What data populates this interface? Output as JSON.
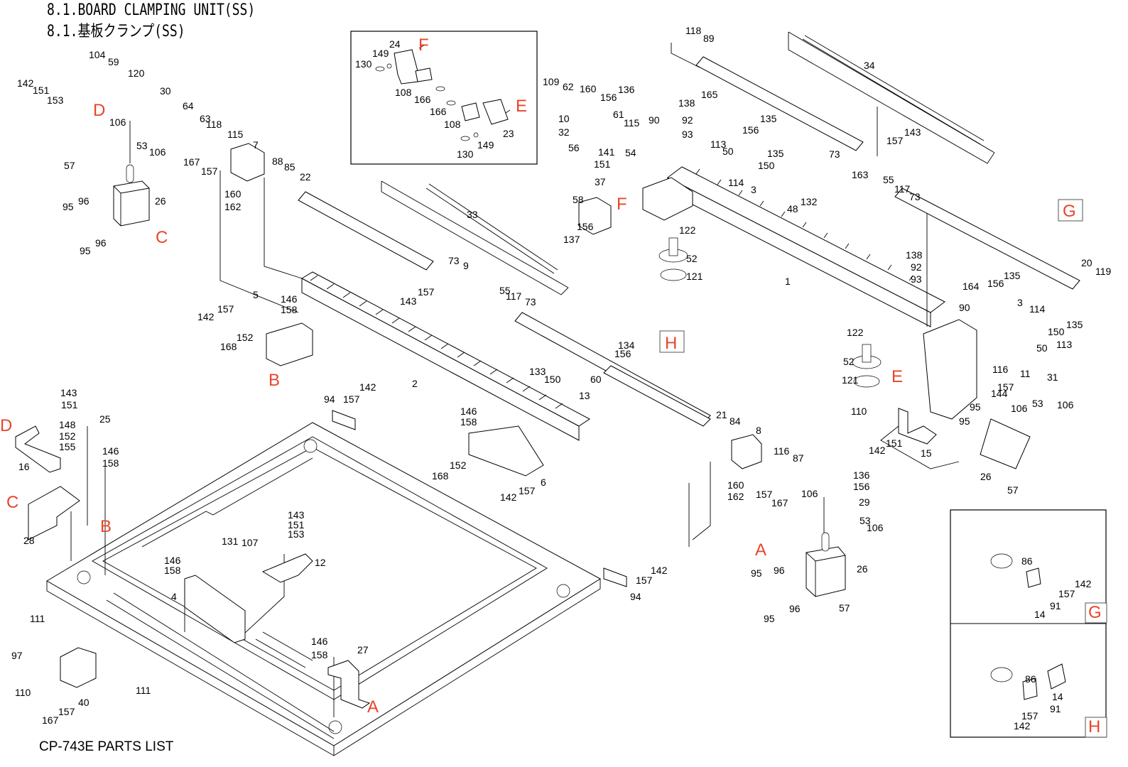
{
  "header": {
    "title_en": "8.1.BOARD CLAMPING UNIT(SS)",
    "title_jp": "8.1.基板クランプ(SS)"
  },
  "footer": {
    "text": "CP-743E PARTS LIST"
  },
  "colors": {
    "reference_letter": "#e8452a",
    "line": "#000000",
    "background": "#ffffff"
  },
  "callouts": [
    {
      "id": "c1",
      "text": "104"
    },
    {
      "id": "c2",
      "text": "59"
    },
    {
      "id": "c3",
      "text": "120"
    },
    {
      "id": "c4",
      "text": "30"
    },
    {
      "id": "c5",
      "text": "142"
    },
    {
      "id": "c6",
      "text": "151"
    },
    {
      "id": "c7",
      "text": "153"
    },
    {
      "id": "c8",
      "text": "106"
    },
    {
      "id": "c9",
      "text": "53"
    },
    {
      "id": "c10",
      "text": "106"
    },
    {
      "id": "c11",
      "text": "64"
    },
    {
      "id": "c12",
      "text": "63"
    },
    {
      "id": "c13",
      "text": "118"
    },
    {
      "id": "c14",
      "text": "115"
    },
    {
      "id": "c15",
      "text": "7"
    },
    {
      "id": "c16",
      "text": "167"
    },
    {
      "id": "c17",
      "text": "157"
    },
    {
      "id": "c18",
      "text": "160"
    },
    {
      "id": "c19",
      "text": "162"
    },
    {
      "id": "c20",
      "text": "88"
    },
    {
      "id": "c21",
      "text": "85"
    },
    {
      "id": "c22",
      "text": "22"
    },
    {
      "id": "c23",
      "text": "57"
    },
    {
      "id": "c24",
      "text": "95"
    },
    {
      "id": "c25",
      "text": "96"
    },
    {
      "id": "c26",
      "text": "26"
    },
    {
      "id": "c27",
      "text": "95"
    },
    {
      "id": "c28",
      "text": "96"
    },
    {
      "id": "c29",
      "text": "24"
    },
    {
      "id": "c30",
      "text": "149"
    },
    {
      "id": "c31",
      "text": "130"
    },
    {
      "id": "c32",
      "text": "108"
    },
    {
      "id": "c33",
      "text": "166"
    },
    {
      "id": "c34",
      "text": "166"
    },
    {
      "id": "c35",
      "text": "108"
    },
    {
      "id": "c36",
      "text": "23"
    },
    {
      "id": "c37",
      "text": "149"
    },
    {
      "id": "c38",
      "text": "130"
    },
    {
      "id": "c39",
      "text": "33"
    },
    {
      "id": "c40",
      "text": "73"
    },
    {
      "id": "c41",
      "text": "9"
    },
    {
      "id": "c42",
      "text": "157"
    },
    {
      "id": "c43",
      "text": "143"
    },
    {
      "id": "c44",
      "text": "55"
    },
    {
      "id": "c45",
      "text": "117"
    },
    {
      "id": "c46",
      "text": "73"
    },
    {
      "id": "c47",
      "text": "5"
    },
    {
      "id": "c48",
      "text": "146"
    },
    {
      "id": "c49",
      "text": "158"
    },
    {
      "id": "c50",
      "text": "157"
    },
    {
      "id": "c51",
      "text": "142"
    },
    {
      "id": "c52",
      "text": "152"
    },
    {
      "id": "c53",
      "text": "168"
    },
    {
      "id": "c54",
      "text": "2"
    },
    {
      "id": "c55",
      "text": "134"
    },
    {
      "id": "c56",
      "text": "156"
    },
    {
      "id": "c57",
      "text": "133"
    },
    {
      "id": "c58",
      "text": "150"
    },
    {
      "id": "c59",
      "text": "60"
    },
    {
      "id": "c60",
      "text": "13"
    },
    {
      "id": "c61",
      "text": "118"
    },
    {
      "id": "c62",
      "text": "89"
    },
    {
      "id": "c63",
      "text": "109"
    },
    {
      "id": "c64",
      "text": "62"
    },
    {
      "id": "c65",
      "text": "160"
    },
    {
      "id": "c66",
      "text": "156"
    },
    {
      "id": "c67",
      "text": "136"
    },
    {
      "id": "c68",
      "text": "10"
    },
    {
      "id": "c69",
      "text": "32"
    },
    {
      "id": "c70",
      "text": "61"
    },
    {
      "id": "c71",
      "text": "115"
    },
    {
      "id": "c72",
      "text": "56"
    },
    {
      "id": "c73",
      "text": "138"
    },
    {
      "id": "c74",
      "text": "90"
    },
    {
      "id": "c75",
      "text": "92"
    },
    {
      "id": "c76",
      "text": "93"
    },
    {
      "id": "c77",
      "text": "165"
    },
    {
      "id": "c78",
      "text": "135"
    },
    {
      "id": "c79",
      "text": "156"
    },
    {
      "id": "c80",
      "text": "141"
    },
    {
      "id": "c81",
      "text": "151"
    },
    {
      "id": "c82",
      "text": "37"
    },
    {
      "id": "c83",
      "text": "54"
    },
    {
      "id": "c84",
      "text": "113"
    },
    {
      "id": "c85",
      "text": "50"
    },
    {
      "id": "c86",
      "text": "135"
    },
    {
      "id": "c87",
      "text": "150"
    },
    {
      "id": "c88",
      "text": "114"
    },
    {
      "id": "c89",
      "text": "3"
    },
    {
      "id": "c90",
      "text": "58"
    },
    {
      "id": "c91",
      "text": "156"
    },
    {
      "id": "c92",
      "text": "137"
    },
    {
      "id": "c93",
      "text": "122"
    },
    {
      "id": "c94",
      "text": "52"
    },
    {
      "id": "c95",
      "text": "121"
    },
    {
      "id": "c96",
      "text": "48"
    },
    {
      "id": "c97",
      "text": "132"
    },
    {
      "id": "c98",
      "text": "1"
    },
    {
      "id": "c99",
      "text": "34"
    },
    {
      "id": "c100",
      "text": "73"
    },
    {
      "id": "c101",
      "text": "163"
    },
    {
      "id": "c102",
      "text": "157"
    },
    {
      "id": "c103",
      "text": "143"
    },
    {
      "id": "c104",
      "text": "55"
    },
    {
      "id": "c105",
      "text": "117"
    },
    {
      "id": "c106",
      "text": "73"
    },
    {
      "id": "c107",
      "text": "20"
    },
    {
      "id": "c108",
      "text": "119"
    },
    {
      "id": "c109",
      "text": "138"
    },
    {
      "id": "c110",
      "text": "92"
    },
    {
      "id": "c111",
      "text": "93"
    },
    {
      "id": "c112",
      "text": "164"
    },
    {
      "id": "c113",
      "text": "156"
    },
    {
      "id": "c114",
      "text": "135"
    },
    {
      "id": "c115",
      "text": "90"
    },
    {
      "id": "c116",
      "text": "3"
    },
    {
      "id": "c117",
      "text": "114"
    },
    {
      "id": "c118",
      "text": "135"
    },
    {
      "id": "c119",
      "text": "150"
    },
    {
      "id": "c120",
      "text": "50"
    },
    {
      "id": "c121",
      "text": "113"
    },
    {
      "id": "c122",
      "text": "122"
    },
    {
      "id": "c123",
      "text": "52"
    },
    {
      "id": "c124",
      "text": "121"
    },
    {
      "id": "c125",
      "text": "116"
    },
    {
      "id": "c126",
      "text": "11"
    },
    {
      "id": "c127",
      "text": "31"
    },
    {
      "id": "c128",
      "text": "157"
    },
    {
      "id": "c129",
      "text": "144"
    },
    {
      "id": "c130",
      "text": "95"
    },
    {
      "id": "c131",
      "text": "106"
    },
    {
      "id": "c132",
      "text": "53"
    },
    {
      "id": "c133",
      "text": "106"
    },
    {
      "id": "c134",
      "text": "110"
    },
    {
      "id": "c135",
      "text": "95"
    },
    {
      "id": "c136",
      "text": "142"
    },
    {
      "id": "c137",
      "text": "151"
    },
    {
      "id": "c138",
      "text": "15"
    },
    {
      "id": "c139",
      "text": "26"
    },
    {
      "id": "c140",
      "text": "57"
    },
    {
      "id": "c141",
      "text": "143"
    },
    {
      "id": "c142",
      "text": "151"
    },
    {
      "id": "c143",
      "text": "25"
    },
    {
      "id": "c144",
      "text": "148"
    },
    {
      "id": "c145",
      "text": "152"
    },
    {
      "id": "c146",
      "text": "155"
    },
    {
      "id": "c147",
      "text": "16"
    },
    {
      "id": "c148",
      "text": "146"
    },
    {
      "id": "c149",
      "text": "158"
    },
    {
      "id": "c150",
      "text": "28"
    },
    {
      "id": "c151",
      "text": "94"
    },
    {
      "id": "c152",
      "text": "157"
    },
    {
      "id": "c153",
      "text": "142"
    },
    {
      "id": "c154",
      "text": "146"
    },
    {
      "id": "c155",
      "text": "158"
    },
    {
      "id": "c156",
      "text": "152"
    },
    {
      "id": "c157",
      "text": "168"
    },
    {
      "id": "c158",
      "text": "6"
    },
    {
      "id": "c159",
      "text": "157"
    },
    {
      "id": "c160",
      "text": "142"
    },
    {
      "id": "c161",
      "text": "21"
    },
    {
      "id": "c162",
      "text": "84"
    },
    {
      "id": "c163",
      "text": "8"
    },
    {
      "id": "c164",
      "text": "116"
    },
    {
      "id": "c165",
      "text": "87"
    },
    {
      "id": "c166",
      "text": "160"
    },
    {
      "id": "c167",
      "text": "162"
    },
    {
      "id": "c168",
      "text": "157"
    },
    {
      "id": "c169",
      "text": "167"
    },
    {
      "id": "c170",
      "text": "136"
    },
    {
      "id": "c171",
      "text": "156"
    },
    {
      "id": "c172",
      "text": "106"
    },
    {
      "id": "c173",
      "text": "29"
    },
    {
      "id": "c174",
      "text": "53"
    },
    {
      "id": "c175",
      "text": "106"
    },
    {
      "id": "c176",
      "text": "96"
    },
    {
      "id": "c177",
      "text": "26"
    },
    {
      "id": "c178",
      "text": "95"
    },
    {
      "id": "c179",
      "text": "96"
    },
    {
      "id": "c180",
      "text": "95"
    },
    {
      "id": "c181",
      "text": "57"
    },
    {
      "id": "c182",
      "text": "143"
    },
    {
      "id": "c183",
      "text": "151"
    },
    {
      "id": "c184",
      "text": "153"
    },
    {
      "id": "c185",
      "text": "131"
    },
    {
      "id": "c186",
      "text": "107"
    },
    {
      "id": "c187",
      "text": "12"
    },
    {
      "id": "c188",
      "text": "146"
    },
    {
      "id": "c189",
      "text": "158"
    },
    {
      "id": "c190",
      "text": "4"
    },
    {
      "id": "c191",
      "text": "142"
    },
    {
      "id": "c192",
      "text": "157"
    },
    {
      "id": "c193",
      "text": "94"
    },
    {
      "id": "c194",
      "text": "146"
    },
    {
      "id": "c195",
      "text": "158"
    },
    {
      "id": "c196",
      "text": "27"
    },
    {
      "id": "c197",
      "text": "111"
    },
    {
      "id": "c198",
      "text": "97"
    },
    {
      "id": "c199",
      "text": "110"
    },
    {
      "id": "c200",
      "text": "40"
    },
    {
      "id": "c201",
      "text": "157"
    },
    {
      "id": "c202",
      "text": "167"
    },
    {
      "id": "c203",
      "text": "111"
    },
    {
      "id": "c204",
      "text": "86"
    },
    {
      "id": "c205",
      "text": "142"
    },
    {
      "id": "c206",
      "text": "157"
    },
    {
      "id": "c207",
      "text": "91"
    },
    {
      "id": "c208",
      "text": "14"
    },
    {
      "id": "c209",
      "text": "86"
    },
    {
      "id": "c210",
      "text": "14"
    },
    {
      "id": "c211",
      "text": "91"
    },
    {
      "id": "c212",
      "text": "157"
    },
    {
      "id": "c213",
      "text": "142"
    }
  ],
  "reference_letters": [
    {
      "id": "r1",
      "text": "D"
    },
    {
      "id": "r2",
      "text": "C"
    },
    {
      "id": "r3",
      "text": "F"
    },
    {
      "id": "r4",
      "text": "E"
    },
    {
      "id": "r5",
      "text": "B"
    },
    {
      "id": "r6",
      "text": "H"
    },
    {
      "id": "r7",
      "text": "F"
    },
    {
      "id": "r8",
      "text": "G"
    },
    {
      "id": "r9",
      "text": "E"
    },
    {
      "id": "r10",
      "text": "D"
    },
    {
      "id": "r11",
      "text": "C"
    },
    {
      "id": "r12",
      "text": "B"
    },
    {
      "id": "r13",
      "text": "A"
    },
    {
      "id": "r14",
      "text": "A"
    },
    {
      "id": "r15",
      "text": "G"
    },
    {
      "id": "r16",
      "text": "H"
    }
  ]
}
